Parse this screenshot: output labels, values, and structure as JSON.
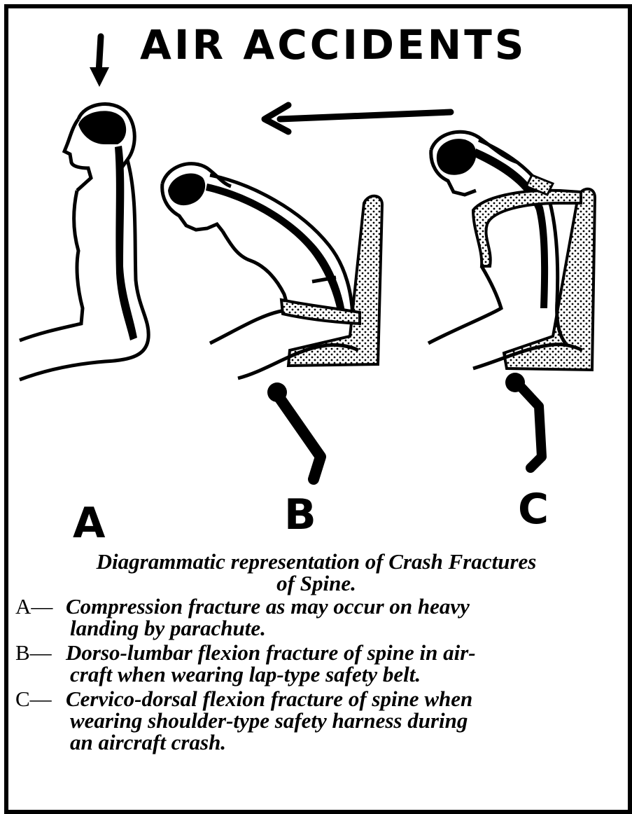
{
  "title": "AIR ACCIDENTS",
  "figures": [
    {
      "letter": "A"
    },
    {
      "letter": "B"
    },
    {
      "letter": "C"
    }
  ],
  "caption": {
    "heading_line1": "Diagrammatic representation of Crash Fractures",
    "heading_line2": "of Spine.",
    "items": [
      {
        "key": "A—",
        "line1": "Compression fracture as may occur on heavy",
        "line2": "landing by parachute."
      },
      {
        "key": "B—",
        "line1": "Dorso-lumbar flexion fracture of spine in air-",
        "line2": "craft when wearing lap-type safety belt."
      },
      {
        "key": "C—",
        "line1": "Cervico-dorsal flexion fracture of spine when",
        "line2": "wearing shoulder-type safety harness during",
        "line3": "an aircraft crash."
      }
    ]
  },
  "icons": [
    "down-arrow-icon",
    "left-arrow-icon"
  ],
  "colors": {
    "ink": "#000000",
    "paper": "#ffffff"
  }
}
